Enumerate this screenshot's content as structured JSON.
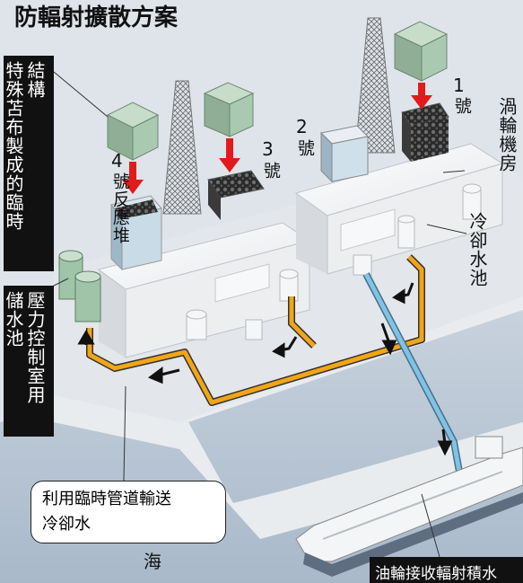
{
  "title": "防輻射擴散方案",
  "labels": {
    "structure": [
      "結構",
      "特殊苫布製成的臨時"
    ],
    "pool": [
      "儲水池",
      "壓力控制室用"
    ],
    "reactor4": [
      "4",
      "號反應堆"
    ],
    "reactor3": [
      "3",
      "號"
    ],
    "reactor2": [
      "2",
      "號"
    ],
    "reactor1": [
      "1",
      "號"
    ],
    "turbine": "渦輪機房",
    "cooling_pool": "冷卻水池",
    "pipe_caption": [
      "利用臨時管道輸送",
      "冷卻水"
    ],
    "sea": "海",
    "tanker_caption": "油輪接收輻射積水"
  },
  "colors": {
    "pipe_orange": "#f2a516",
    "pipe_blue": "#7fc3e6",
    "cover_green": "#a9c9b0",
    "arrow_red": "#e11b1b",
    "building": "#f1f1f2",
    "sea": "#b9c7d6"
  }
}
